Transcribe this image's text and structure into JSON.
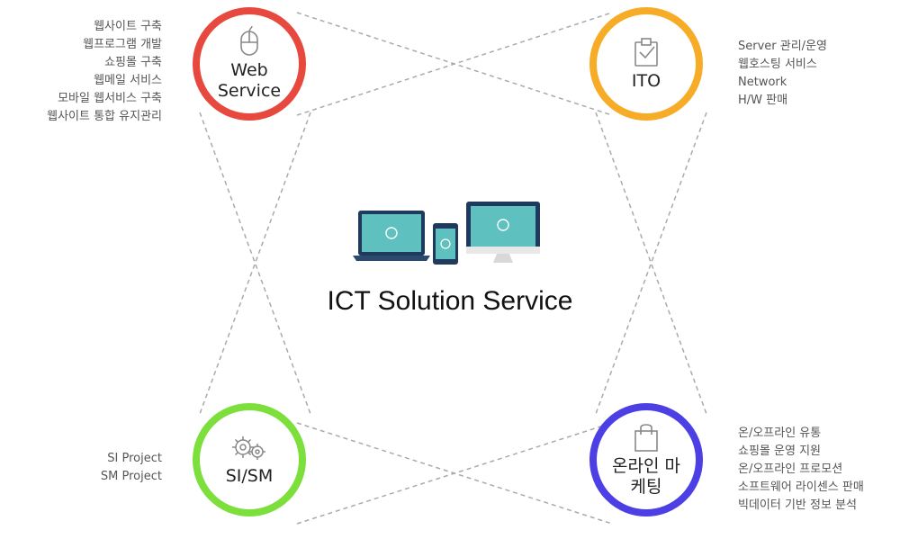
{
  "title": "ICT Solution Service",
  "nodes": {
    "web": {
      "label": "Web Service",
      "icon": "mouse-icon",
      "color": "#e8493f",
      "items": [
        "웹사이트 구축",
        "웹프로그램 개발",
        "쇼핑몰 구축",
        "웹메일 서비스",
        "모바일 웹서비스 구축",
        "웹사이트 통합 유지관리"
      ]
    },
    "ito": {
      "label": "ITO",
      "icon": "clipboard-check-icon",
      "color": "#f7ac28",
      "items": [
        "Server 관리/운영",
        "웹호스팅 서비스",
        "Network",
        "H/W 판매"
      ]
    },
    "sism": {
      "label": "SI/SM",
      "icon": "gears-icon",
      "color": "#7cdf3c",
      "items": [
        "SI Project",
        "SM Project"
      ]
    },
    "marketing": {
      "label": "온라인 마케팅",
      "icon": "shopping-bag-icon",
      "color": "#4c3fe4",
      "items": [
        "온/오프라인 유통",
        "쇼핑몰 운영 지원",
        "온/오프라인 프로모션",
        "소프트웨어 라이센스 판매",
        "빅데이터 기반 정보 분석"
      ]
    }
  },
  "devices_icon": "devices-illustration"
}
